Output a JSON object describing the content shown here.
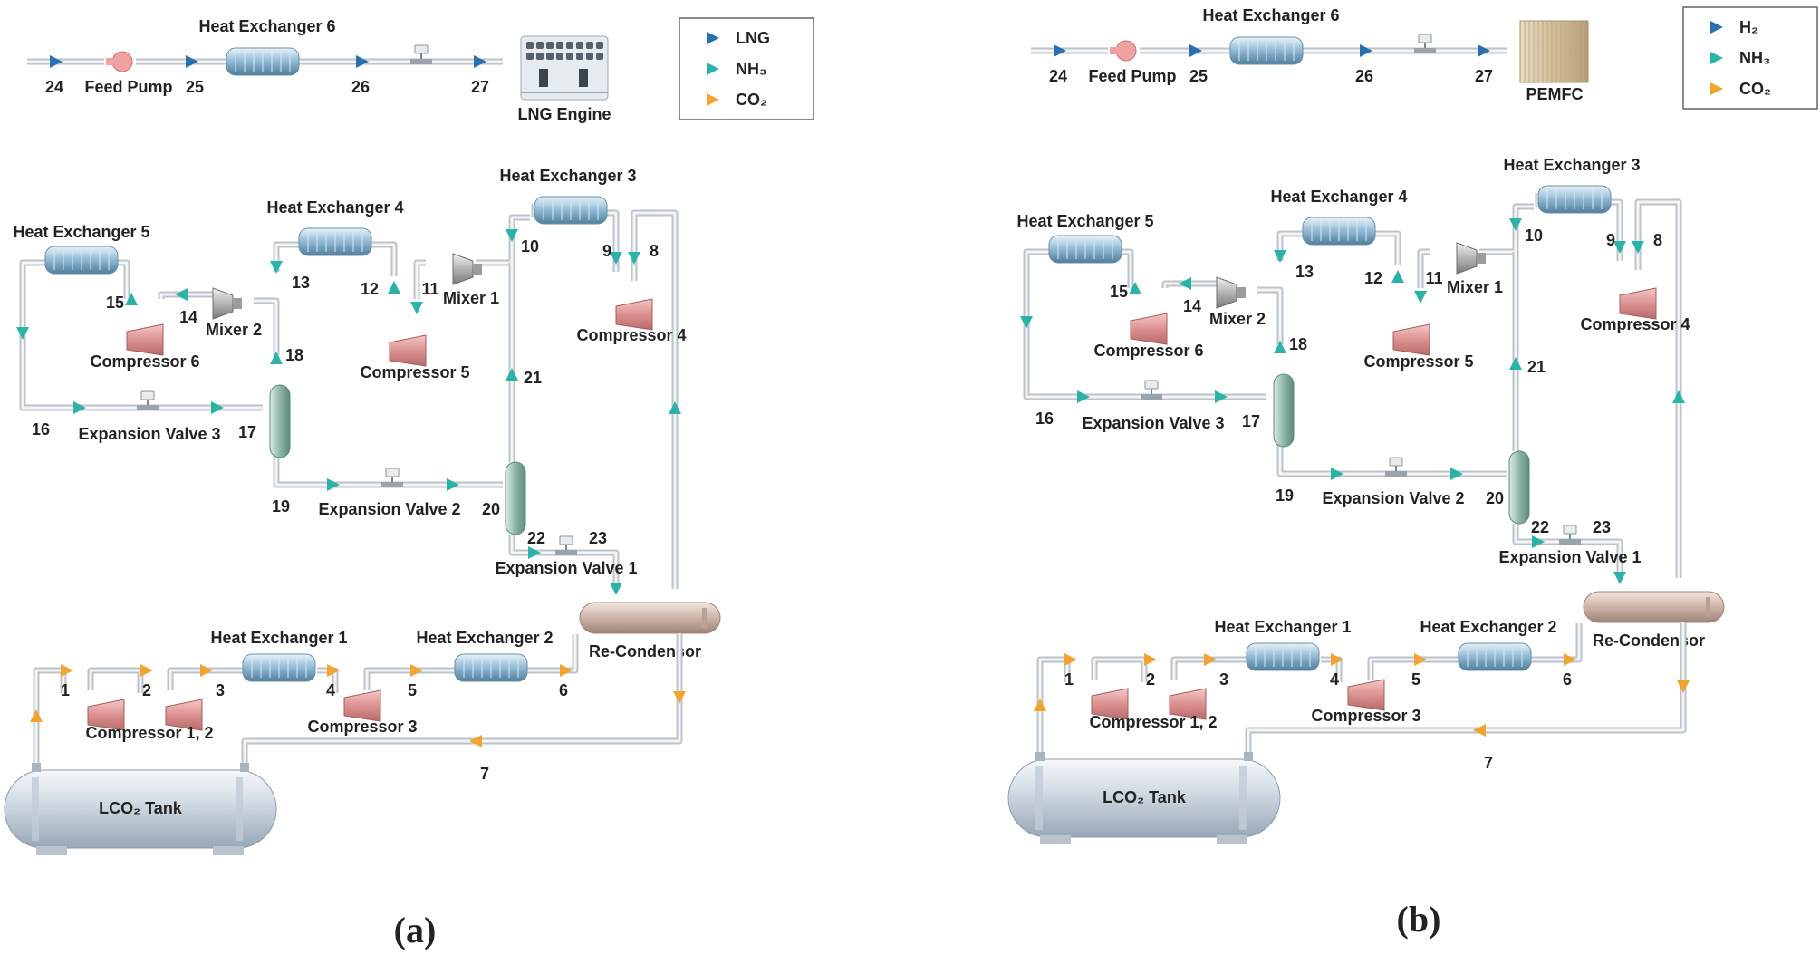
{
  "diagram_a": {
    "caption": "(a)",
    "legend": [
      {
        "label": "LNG",
        "color": "#2a6fb0"
      },
      {
        "label": "NH₃",
        "color": "#2bb3a8"
      },
      {
        "label": "CO₂",
        "color": "#f2a431"
      }
    ],
    "fuel_device": "LNG Engine",
    "labels": {
      "hx1": "Heat Exchanger 1",
      "hx2": "Heat Exchanger 2",
      "hx3": "Heat Exchanger 3",
      "hx4": "Heat Exchanger 4",
      "hx5": "Heat Exchanger 5",
      "hx6": "Heat Exchanger 6",
      "comp12": "Compressor 1, 2",
      "comp3": "Compressor 3",
      "comp4": "Compressor 4",
      "comp5": "Compressor 5",
      "comp6": "Compressor 6",
      "mixer1": "Mixer 1",
      "mixer2": "Mixer 2",
      "ev1": "Expansion Valve 1",
      "ev2": "Expansion Valve 2",
      "ev3": "Expansion Valve 3",
      "recond": "Re-Condensor",
      "pump": "Feed Pump",
      "tank": "LCO₂ Tank"
    }
  },
  "diagram_b": {
    "caption": "(b)",
    "legend": [
      {
        "label": "H₂",
        "color": "#2a6fb0"
      },
      {
        "label": "NH₃",
        "color": "#2bb3a8"
      },
      {
        "label": "CO₂",
        "color": "#f2a431"
      }
    ],
    "fuel_device": "PEMFC",
    "labels": {
      "hx1": "Heat Exchanger 1",
      "hx2": "Heat Exchanger 2",
      "hx3": "Heat Exchanger 3",
      "hx4": "Heat Exchanger 4",
      "hx5": "Heat Exchanger 5",
      "hx6": "Heat Exchanger 6",
      "comp12": "Compressor 1, 2",
      "comp3": "Compressor 3",
      "comp4": "Compressor 4",
      "comp5": "Compressor 5",
      "comp6": "Compressor 6",
      "mixer1": "Mixer 1",
      "mixer2": "Mixer 2",
      "ev1": "Expansion Valve 1",
      "ev2": "Expansion Valve 2",
      "ev3": "Expansion Valve 3",
      "recond": "Re-Condensor",
      "pump": "Feed Pump",
      "tank": "LCO₂ Tank"
    }
  },
  "stream_numbers": [
    "1",
    "2",
    "3",
    "4",
    "5",
    "6",
    "7",
    "8",
    "9",
    "10",
    "11",
    "12",
    "13",
    "14",
    "15",
    "16",
    "17",
    "18",
    "19",
    "20",
    "21",
    "22",
    "23",
    "24",
    "25",
    "26",
    "27"
  ]
}
